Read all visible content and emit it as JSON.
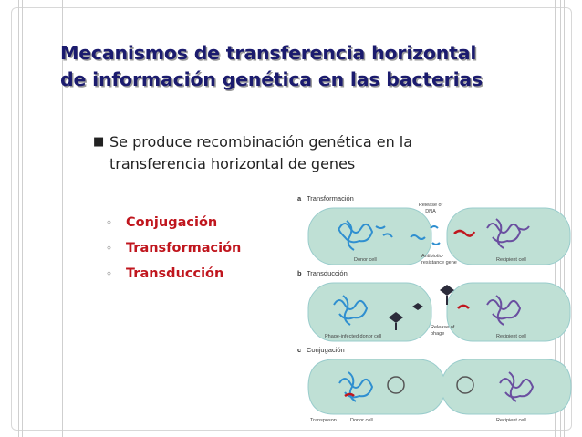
{
  "title": {
    "line1": "Mecanismos de transferencia horizontal",
    "line2": "de información genética en las bacterias"
  },
  "bullet": {
    "icon": "square-bullet",
    "text_line1": "Se produce recombinación genética en la",
    "text_line2": "transferencia horizontal de genes"
  },
  "subitems": [
    {
      "icon": "circle-bullet",
      "label": "Conjugación"
    },
    {
      "icon": "circle-bullet",
      "label": "Transformación"
    },
    {
      "icon": "circle-bullet",
      "label": "Transducción"
    }
  ],
  "figure": {
    "panel_a": {
      "letter": "a",
      "title": "Transformación",
      "release_label_1": "Release of",
      "release_label_2": "DNA",
      "donor": "Donor cell",
      "resist_1": "Antibiotic-",
      "resist_2": "resistance gene",
      "recipient": "Recipient cell"
    },
    "panel_b": {
      "letter": "b",
      "title": "Transducción",
      "donor_1": "Phage-infected donor cell",
      "release_1": "Release of",
      "release_2": "phage",
      "recipient": "Recipient cell"
    },
    "panel_c": {
      "letter": "c",
      "title": "Conjugación",
      "transposon": "Transposon",
      "donor": "Donor cell",
      "recipient": "Recipient cell"
    },
    "colors": {
      "cell": "#bfe0d5",
      "donor_dna": "#2f8fd0",
      "recipient_dna": "#6a4fa0",
      "gene": "#c0161e"
    }
  }
}
